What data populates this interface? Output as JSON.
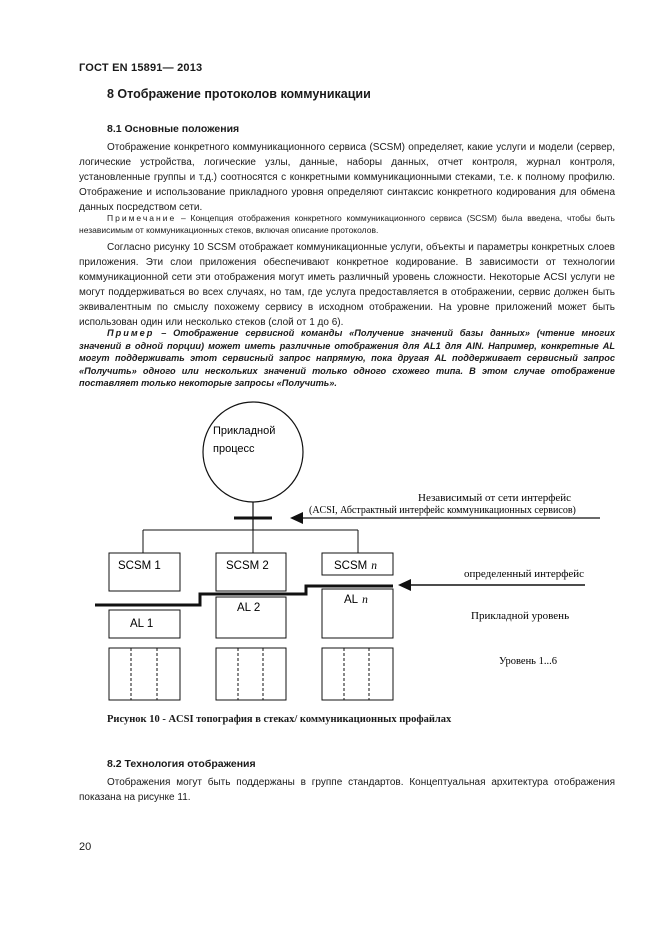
{
  "header": {
    "doc_code": "ГОСТ EN 15891— 2013"
  },
  "section": {
    "title": "8 Отображение протоколов коммуникации"
  },
  "sub1": {
    "title": "8.1 Основные положения",
    "para1": "Отображение конкретного коммуникационного сервиса (SCSM) определяет, какие услуги и модели (сервер, логические устройства, логические узлы, данные, наборы данных, отчет контроля, журнал контроля, установленные группы и т.д.) соотносятся с конкретными коммуникационными стеками, т.е. к полному профилю. Отображение и использование прикладного уровня определяют синтаксис конкретного кодирования для обмена данных посредством сети.",
    "note_lead": "Примечание",
    "note_text": " – Концепция отображения конкретного коммуникационного сервиса (SCSM) была введена, чтобы быть независимым от коммуникационных стеков, включая описание протоколов.",
    "para2": "Согласно рисунку 10 SCSM отображает коммуникационные услуги, объекты и параметры конкретных слоев приложения. Эти слои приложения обеспечивают конкретное кодирование. В зависимости от технологии коммуникационной сети эти отображения могут иметь различный уровень сложности. Некоторые ACSI услуги не могут поддерживаться во всех случаях, но там, где услуга предоставляется в отображении, сервис должен быть эквивалентным по смыслу похожему сервису в исходном отображении. На уровне приложений может быть использован один или несколько стеков (слой от 1 до 6).",
    "example_lead": "Пример",
    "example_text": " – Отображение сервисной команды «Получение значений базы данных» (чтение многих значений в одной порции) может иметь различные отображения для AL1 для AIN. Например, конкретные AL могут поддерживать этот сервисный запрос напрямую, пока другая AL поддерживает сервисный запрос «Получить» одного или нескольких значений только одного схожего типа. В этом случае отображение поставляет только некоторые запросы «Получить»."
  },
  "figure": {
    "process_label_1": "Прикладной",
    "process_label_2": "процесс",
    "iface_label_1": "Независимый от сети интерфейс",
    "iface_label_2": "(ACSI, Абстрактный интерфейс коммуникационных сервисов)",
    "scsm1": "SCSM 1",
    "scsm2": "SCSM 2",
    "scsmn": "SCSM",
    "n": "n",
    "al1": "AL 1",
    "al2": "AL 2",
    "aln": "AL",
    "defined_iface": "определенный интерфейс",
    "app_level": "Прикладной уровень",
    "levels": "Уровень 1...6",
    "caption": "Рисунок 10 - ACSI топография в стеках/ коммуникационных профайлах"
  },
  "sub2": {
    "title": "8.2 Технология отображения",
    "para": "Отображения могут быть поддержаны в группе стандартов. Концептуальная архитектура отображения показана на рисунке 11."
  },
  "footer": {
    "page_number": "20"
  }
}
